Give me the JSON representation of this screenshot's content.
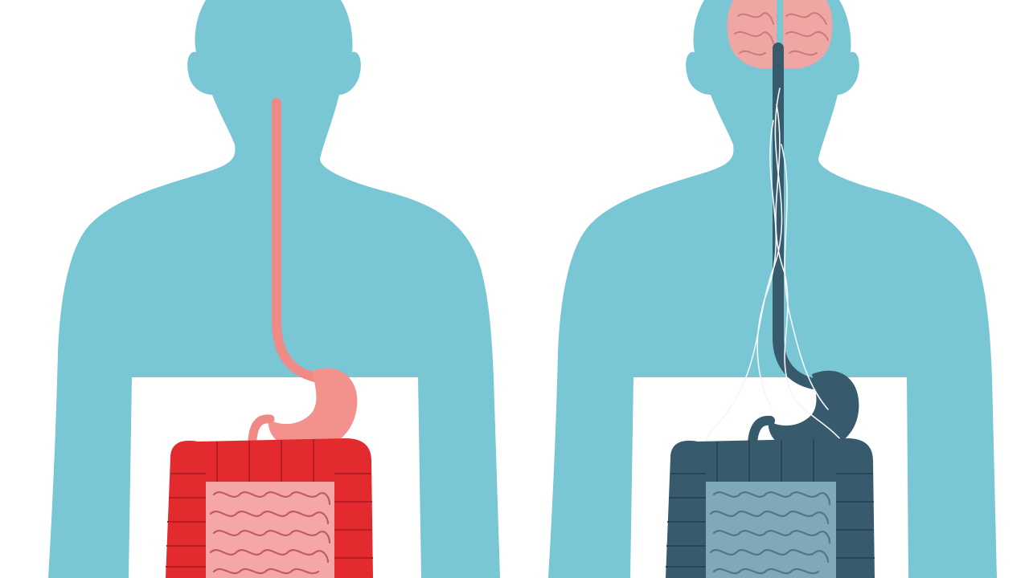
{
  "illustration": {
    "figures": [
      {
        "id": "left-figure",
        "theme": "inflamed-gut",
        "organs": [
          "esophagus",
          "stomach",
          "colon",
          "small-intestine"
        ]
      },
      {
        "id": "right-figure",
        "theme": "gut-brain-axis",
        "organs": [
          "brain",
          "spinal-cord",
          "nerves",
          "stomach",
          "colon",
          "small-intestine"
        ]
      }
    ]
  },
  "colors": {
    "background": "#ffffff",
    "body_silhouette": "#79c6d4",
    "left_esophagus": "#f08a86",
    "left_stomach": "#f3918c",
    "left_colon": "#e32a2f",
    "left_colon_dark": "#b91d24",
    "left_small_intestine": "#f4a7a6",
    "left_intestine_lines": "#c65a5e",
    "right_brain": "#f0a7a4",
    "right_brain_lines": "#c97b7d",
    "right_organs": "#385a6d",
    "right_organs_dark": "#2a4656",
    "right_small_intestine": "#7fa9b7",
    "right_intestine_lines": "#4e7788",
    "nerves": "#f2f7f9"
  }
}
